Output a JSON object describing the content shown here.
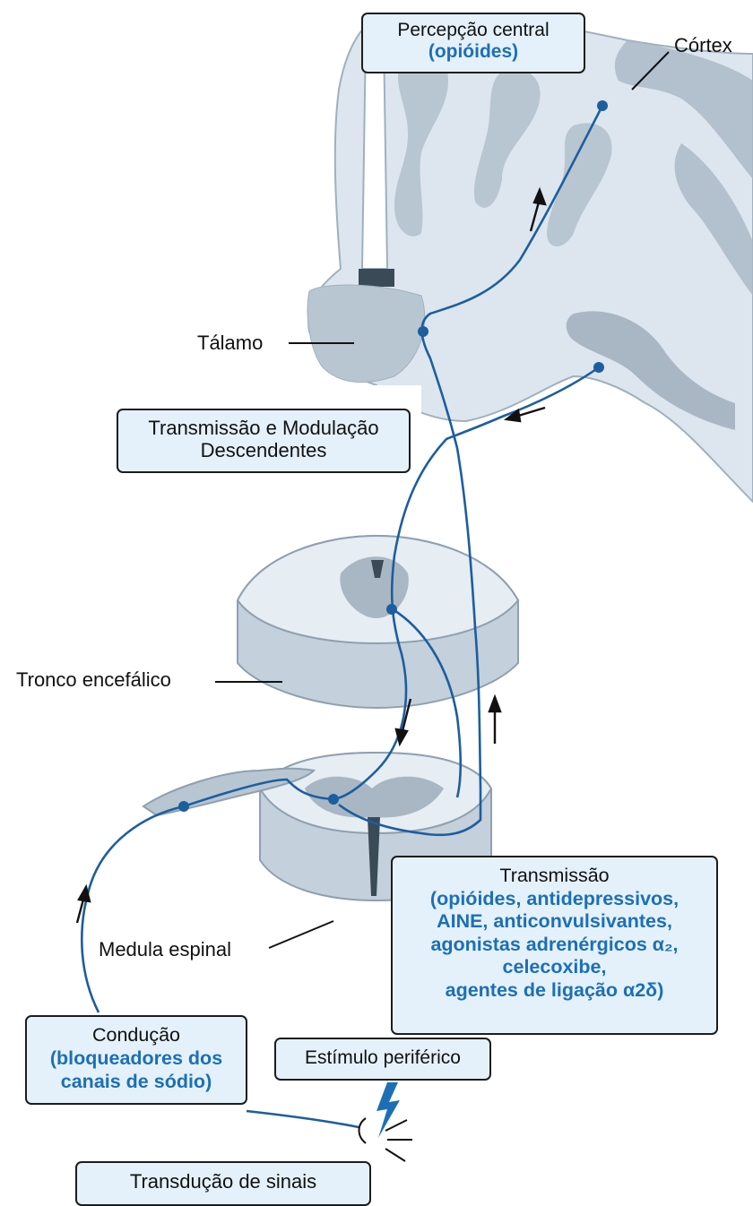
{
  "labels": {
    "cortex": "Córtex",
    "talamo": "Tálamo",
    "tronco": "Tronco encefálico",
    "medula": "Medula espinal"
  },
  "boxes": {
    "percepcao": {
      "title": "Percepção central",
      "drugs": "(opióides)"
    },
    "modulacao": {
      "line1": "Transmissão e Modulação",
      "line2": "Descendentes"
    },
    "transmissao": {
      "title": "Transmissão",
      "drugs": [
        "(opióides, antidepressivos,",
        "AINE, anticonvulsivantes,",
        "agonistas adrenérgicos α₂,",
        "celecoxibe,",
        "agentes de ligação α2δ)"
      ]
    },
    "conducao": {
      "title": "Condução",
      "drugs": [
        "(bloqueadores dos",
        "canais de sódio)"
      ]
    },
    "estimulo": {
      "title": "Estímulo periférico"
    },
    "transducao": {
      "title": "Transdução de sinais"
    }
  },
  "colors": {
    "nerve": "#1d5e9e",
    "tissue": "#dde6ee",
    "tissue_dark": "#a9b7c4",
    "box_fill": "#e4f1fa",
    "drug_text": "#1d6fb5"
  }
}
